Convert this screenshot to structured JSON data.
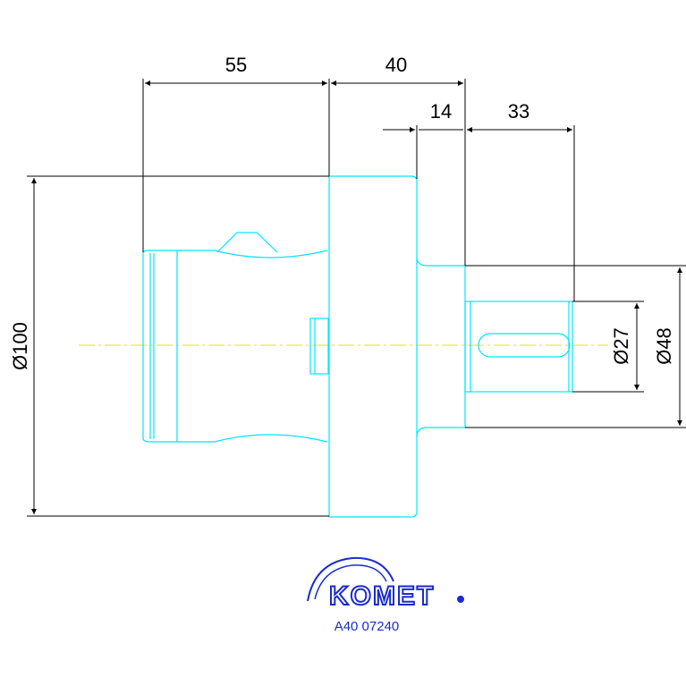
{
  "dimensions": {
    "d55": "55",
    "d40": "40",
    "d14": "14",
    "d33": "33",
    "dia100": "Ø100",
    "dia27": "Ø27",
    "dia48": "Ø48"
  },
  "brand": {
    "logo_text": "KOMET"
  },
  "part_number": "A40 07240",
  "colors": {
    "part_outline": "#00e5ff",
    "dimension_lines": "#000000",
    "center_line": "#e6e600",
    "brand_blue": "#1a2bd0"
  }
}
